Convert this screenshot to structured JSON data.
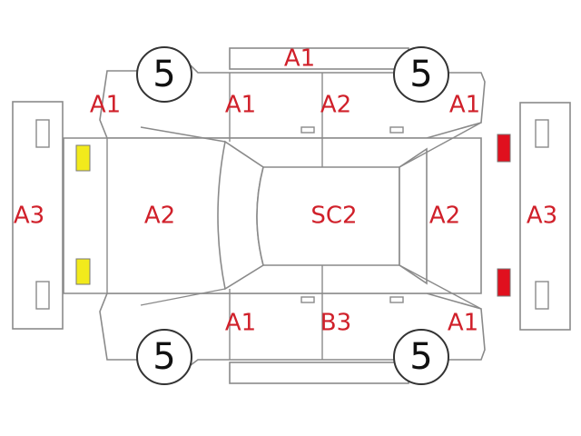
{
  "diagram": {
    "labels": {
      "roof": "A1",
      "front_left_corner": "A1",
      "front_left_pillar": "A1",
      "rear_left_door": "A2",
      "rear_left_corner": "A1",
      "front_bumper": "A3",
      "hood": "A2",
      "roof_center": "SC2",
      "trunk": "A2",
      "rear_bumper": "A3",
      "front_right_pillar": "A1",
      "rear_right_door": "B3",
      "rear_right_corner": "A1"
    },
    "wheels": {
      "front_left": "5",
      "rear_left": "5",
      "front_right": "5",
      "rear_right": "5"
    },
    "lamp_colors": {
      "front": "#f2ea1c",
      "rear": "#e0101e"
    }
  }
}
